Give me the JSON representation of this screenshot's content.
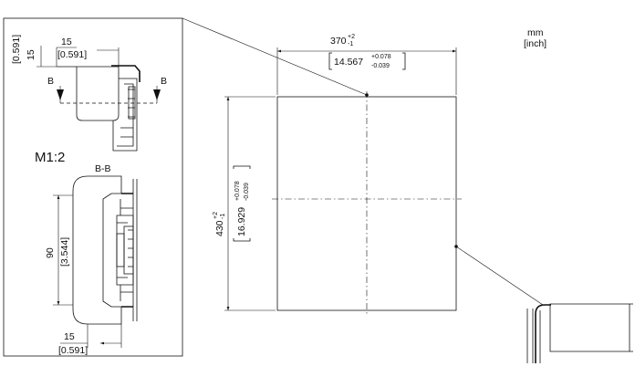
{
  "units": {
    "mm": "mm",
    "inch": "[inch]"
  },
  "width_dim": {
    "value": "370",
    "tol_upper": "+2",
    "tol_lower": "-1",
    "inch_value": "14.567",
    "inch_tol_upper": "+0.078",
    "inch_tol_lower": "-0.039"
  },
  "height_dim": {
    "value": "430",
    "tol_upper": "+2",
    "tol_lower": "-1",
    "inch_value": "16.929",
    "inch_tol_upper": "+0.078",
    "inch_tol_lower": "-0.039"
  },
  "detail": {
    "scale": "M1:2",
    "section_label": "B-B",
    "cut_letter": "B",
    "top_dim": {
      "mm": "15",
      "inch": "[0.591]"
    },
    "side_dim": {
      "mm": "15",
      "inch": "[0.591]"
    },
    "height_dim": {
      "mm": "90",
      "inch": "[3.544]"
    },
    "bottom_dim": {
      "mm": "15",
      "inch": "[0.591]"
    }
  },
  "colors": {
    "line": "#111111",
    "background": "#ffffff"
  }
}
